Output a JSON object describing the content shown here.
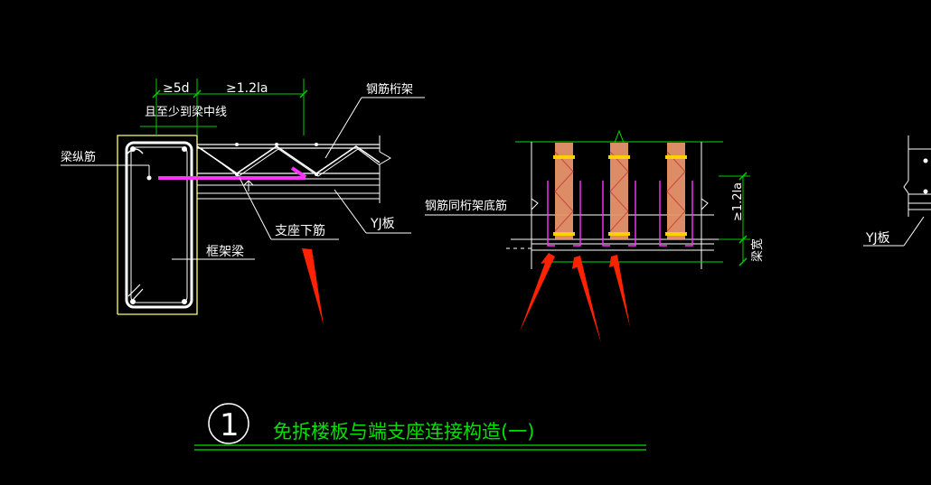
{
  "labels": {
    "dim_5d": "≥5d",
    "dim_12la": "≥1.2la",
    "beam_centerline_note": "且至少到梁中线",
    "truss": "钢筋桁架",
    "beam_long_bar": "梁纵筋",
    "support_bar": "支座下筋",
    "yj_board_left": "YJ板",
    "frame_beam": "框架梁",
    "same_as_truss_bottom": "钢筋同桁架底筋",
    "dim_12la_vertical": "≥1.2la",
    "beam_width": "梁宽",
    "yj_board_right": "YJ板"
  },
  "title_block": {
    "number": "1",
    "title": "免拆楼板与端支座连接构造(一)"
  },
  "colors": {
    "background": "#000000",
    "white_line": "#ffffff",
    "green_line": "#00e000",
    "yellow_line": "#ffff66",
    "magenta_bar": "#ff33ff",
    "red_arrow": "#ff2200",
    "bar_fill": "#e8956a",
    "dim_line": "#00cc00"
  }
}
